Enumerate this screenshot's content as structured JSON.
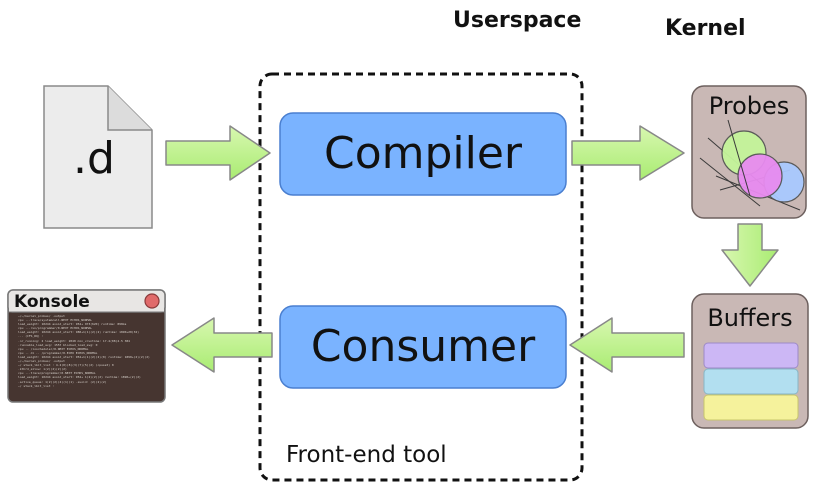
{
  "labels": {
    "userspace": "Userspace",
    "kernel": "Kernel",
    "front_end_tool": "Front-end tool"
  },
  "file": {
    "name": ".d"
  },
  "compiler": {
    "label": "Compiler"
  },
  "consumer": {
    "label": "Consumer"
  },
  "probes": {
    "label": "Probes"
  },
  "buffers": {
    "label": "Buffers"
  },
  "konsole": {
    "title": "Konsole",
    "lines": [
      "~/~/kernel_probes/ .output",
      "cpu  ...trace/systemcall.NEXT  ECHOS_NORMAL",
      "     load_weight: 10244 avoid_start: 952+ 973(620) runtime: 890ms",
      "cpu  ...run/programmer/0.NEXT ECHOS_NORMAL",
      "     load_weight: 10244 avoid_start: 980+1(1)(2)(2) runtime: 1890+20(32)",
      "  ... (CFS_RQ) :",
      "     .nr_running: 2 load_weight: 2048 min_vruntime: 17.4(08)4.5 384",
      "     .runnable_load_avg: 1557 blocked_load_avg: 0",
      "cpu  .. /ioscheduler/0.NEXT ECHOS_NORMAL",
      "cpu  .. di .. /programmer/0.ECHO ECHOS_NORMAL",
      "     load_weight: 10244 avoid_start: 952+1(1)(2)(2)(0) runtime: 1890+(2)(2)(2)",
      "~/~/kernel_probes/ .output",
      "",
      "~/ stack_lbit_list : 4.2(0)(8)(3)(7)(5)(2) (cpuset) 0",
      "  .kthrd_allow: 1(2)(2)(2)(2)",
      "cpu  ...trace/programmer/0.NEXT ECHOS_NORMAL",
      "     load_weight: 10244 avoid_start: 952+ 1(2)(2)(2) runtime: 1890+(2)(2)",
      "     .active_queue: 1(2)(2)(4)(1)(1)       .avoid: (2)(2)(2)",
      "~/ stack_lbit_list :"
    ]
  }
}
